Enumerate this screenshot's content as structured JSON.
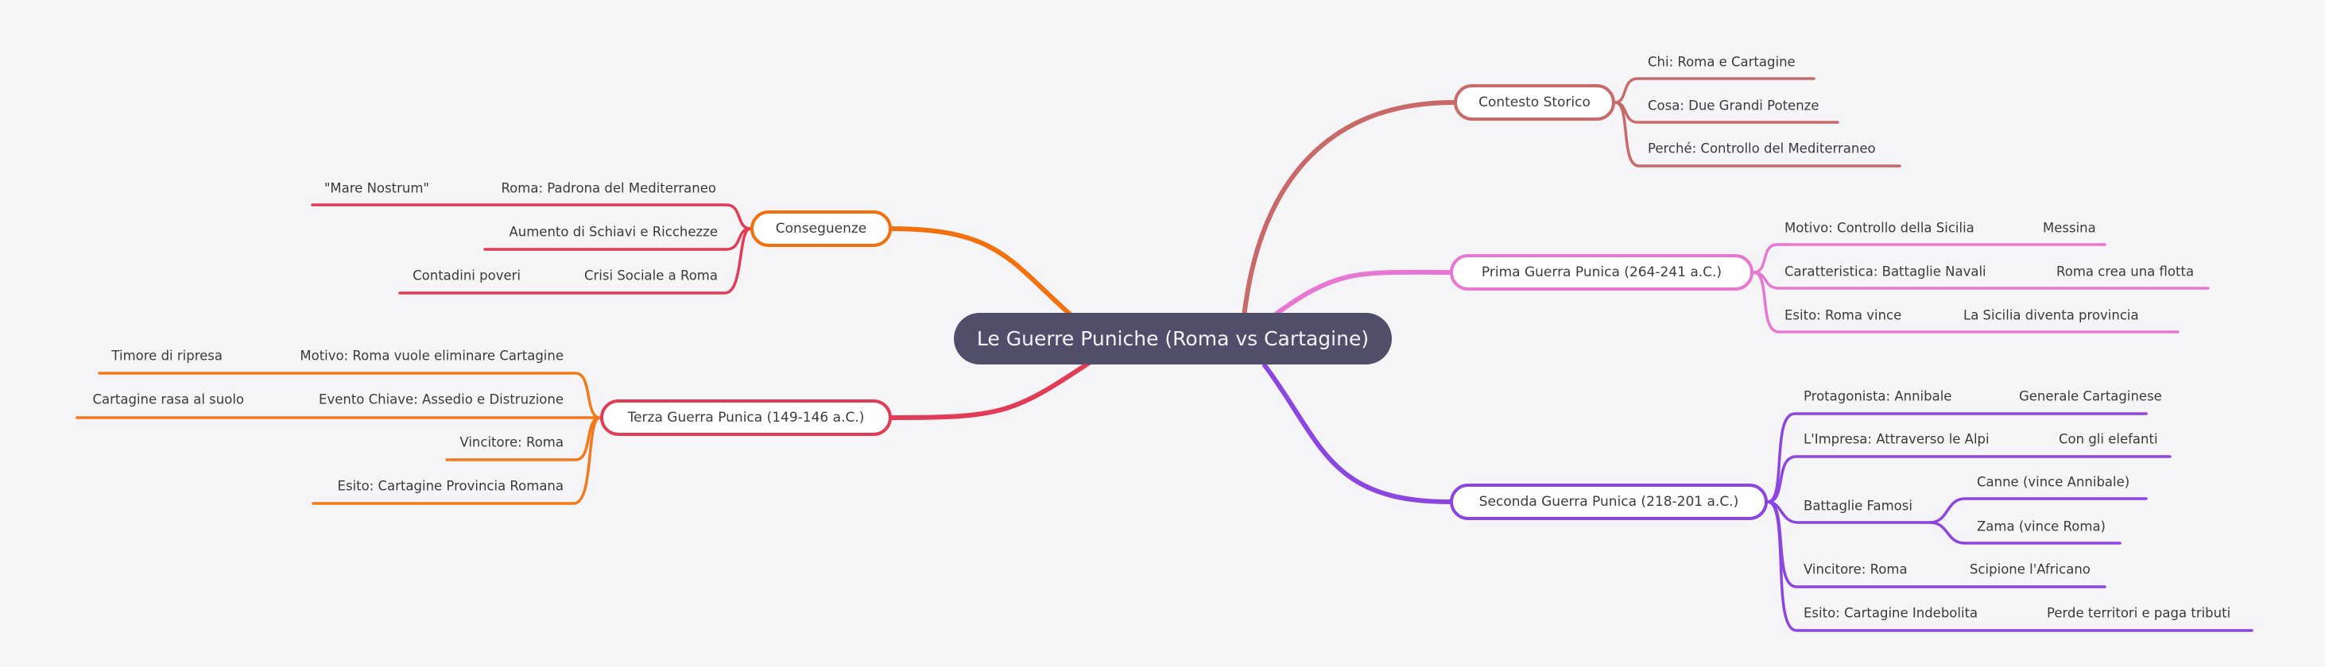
{
  "background_color": "#f5f4f6",
  "root": {
    "label": "Le Guerre Puniche (Roma vs Cartagine)",
    "bg_color": "#504e68",
    "text_color": "#f4f2f8"
  },
  "branches": [
    {
      "id": "contesto-storico",
      "label": "Contesto Storico",
      "color": "#c96a6a",
      "side": "right",
      "children": [
        {
          "label": "Chi: Roma e Cartagine"
        },
        {
          "label": "Cosa: Due Grandi Potenze"
        },
        {
          "label": "Perché: Controllo del Mediterraneo"
        }
      ]
    },
    {
      "id": "prima-guerra",
      "label": "Prima Guerra Punica (264-241 a.C.)",
      "color": "#e678d2",
      "side": "right",
      "children": [
        {
          "label": "Motivo: Controllo della Sicilia",
          "child": "Messina"
        },
        {
          "label": "Caratteristica: Battaglie Navali",
          "child": "Roma crea una flotta"
        },
        {
          "label": "Esito: Roma vince",
          "child": "La Sicilia diventa provincia"
        }
      ]
    },
    {
      "id": "seconda-guerra",
      "label": "Seconda Guerra Punica (218-201 a.C.)",
      "color": "#8b45e0",
      "side": "right",
      "children": [
        {
          "label": "Protagonista: Annibale",
          "child": "Generale Cartaginese"
        },
        {
          "label": "L'Impresa: Attraverso le Alpi",
          "child": "Con gli elefanti"
        },
        {
          "label": "Battaglie Famosi",
          "children": [
            "Canne (vince Annibale)",
            "Zama (vince Roma)"
          ]
        },
        {
          "label": "Vincitore: Roma",
          "child": "Scipione l'Africano"
        },
        {
          "label": "Esito: Cartagine Indebolita",
          "child": "Perde territori e paga tributi"
        }
      ]
    },
    {
      "id": "conseguenze",
      "label": "Conseguenze",
      "color": "#f3700f",
      "link_color": "#e23b56",
      "side": "left",
      "children": [
        {
          "label": "Roma: Padrona del Mediterraneo",
          "child": "\"Mare Nostrum\""
        },
        {
          "label": "Aumento di Schiavi e Ricchezze"
        },
        {
          "label": "Crisi Sociale a Roma",
          "child": "Contadini poveri"
        }
      ]
    },
    {
      "id": "terza-guerra",
      "label": "Terza Guerra Punica (149-146 a.C.)",
      "color": "#e23b56",
      "link_color": "#f3791d",
      "side": "left",
      "children": [
        {
          "label": "Motivo: Roma vuole eliminare Cartagine",
          "child": "Timore di ripresa"
        },
        {
          "label": "Evento Chiave: Assedio e Distruzione",
          "child": "Cartagine rasa al suolo"
        },
        {
          "label": "Vincitore: Roma"
        },
        {
          "label": "Esito: Cartagine Provincia Romana"
        }
      ]
    }
  ]
}
